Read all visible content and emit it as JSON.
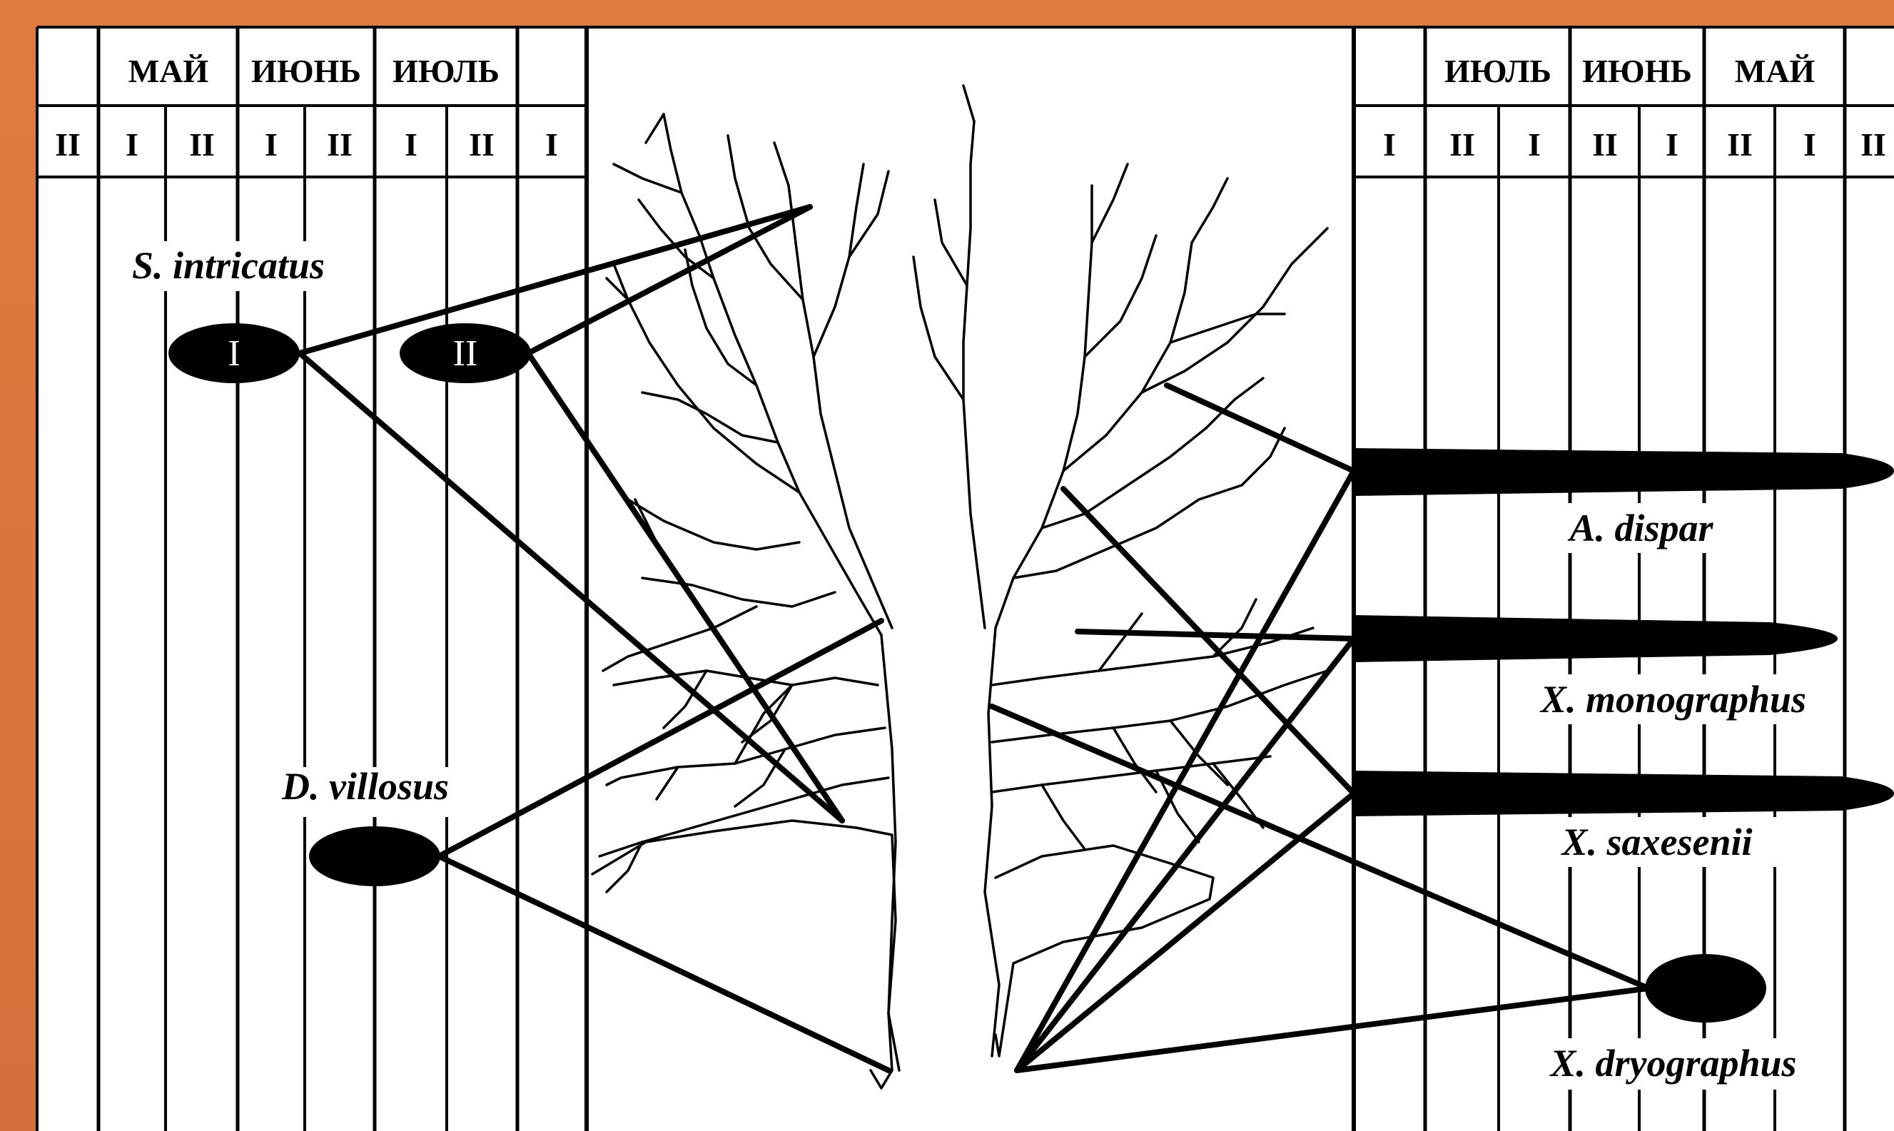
{
  "colors": {
    "frame": "#e07a3f",
    "paper": "#ffffff",
    "ink": "#000000"
  },
  "left_header": {
    "months": [
      "МАЙ",
      "ИЮНЬ",
      "ИЮЛЬ"
    ],
    "decades": [
      "II",
      "I",
      "II",
      "I",
      "II",
      "I",
      "II",
      "I"
    ]
  },
  "right_header": {
    "months": [
      "ИЮЛЬ",
      "ИЮНЬ",
      "МАЙ"
    ],
    "decades": [
      "I",
      "II",
      "I",
      "II",
      "I",
      "II",
      "I",
      "II"
    ]
  },
  "species": {
    "s_intricatus": "S. intricatus",
    "d_villosus": "D. villosus",
    "a_dispar": "A. dispar",
    "x_monographus": "X. monographus",
    "x_saxesenii": "X. saxesenii",
    "x_dryographus": "X. dryographus"
  },
  "generations": {
    "first": "I",
    "second": "II"
  },
  "icons": {
    "tree": "oak-tree-crown-icon"
  }
}
